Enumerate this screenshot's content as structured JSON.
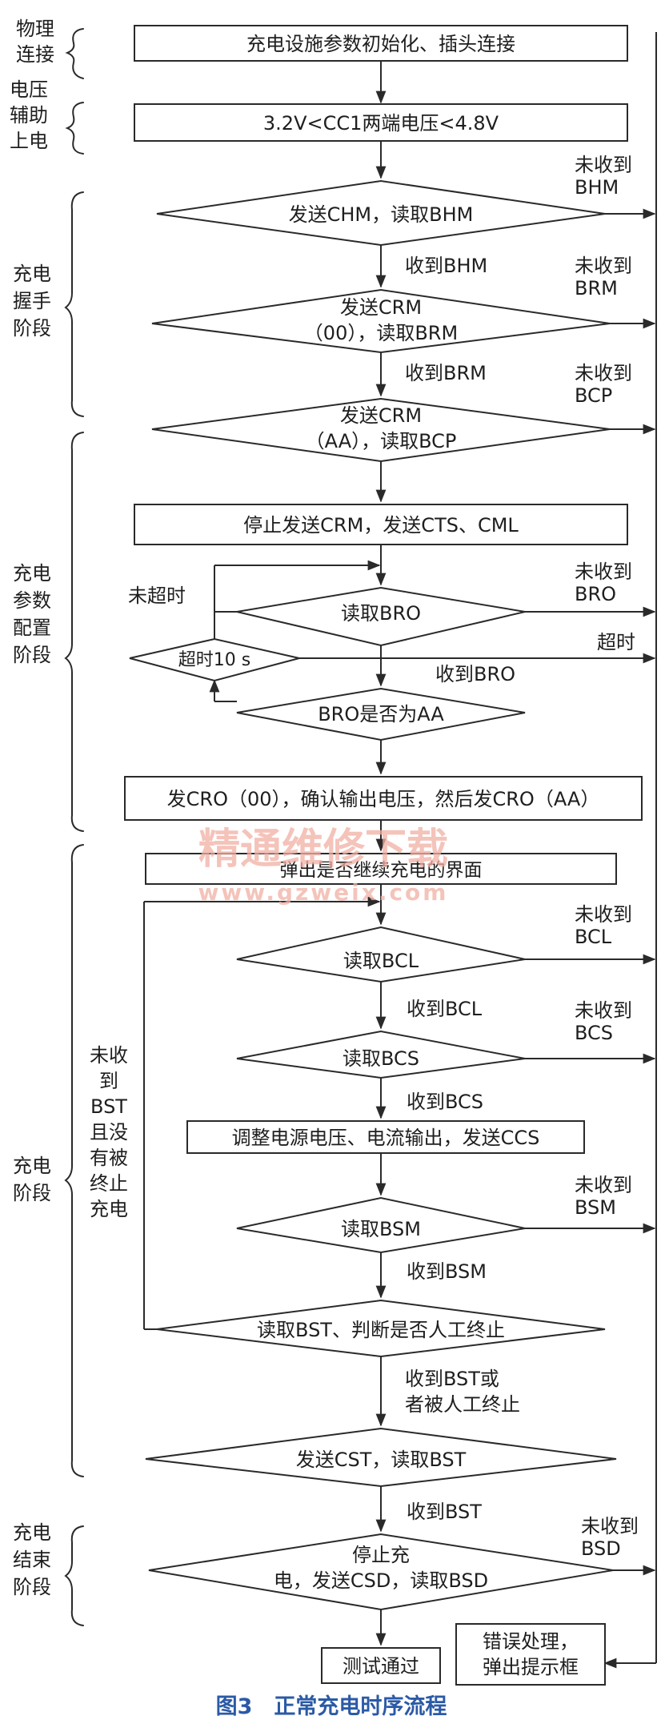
{
  "stages": {
    "physical": "物理\n连接",
    "aux_power": "电压\n辅助\n上电",
    "handshake": "充电\n握手\n阶段",
    "config": "充电\n参数\n配置\n阶段",
    "charging": "充电\n阶段",
    "end": "充电\n结束\n阶段"
  },
  "nodes": {
    "init": "充电设施参数初始化、插头连接",
    "voltage": "3.2V<CC1两端电压<4.8V",
    "chm": "发送CHM，读取BHM",
    "crm00": "发送CRM\n（00），读取BRM",
    "crmaa": "发送CRM\n（AA），读取BCP",
    "stop_crm": "停止发送CRM，发送CTS、CML",
    "read_bro": "读取BRO",
    "timeout10": "超时10 s",
    "bro_aa": "BRO是否为AA",
    "cro": "发CRO（00），确认输出电压，然后发CRO（AA）",
    "popup": "弹出是否继续充电的界面",
    "read_bcl": "读取BCL",
    "read_bcs": "读取BCS",
    "adjust": "调整电源电压、电流输出，发送CCS",
    "read_bsm": "读取BSM",
    "read_bst": "读取BST、判断是否人工终止",
    "cst": "发送CST，读取BST",
    "stop_csd": "停止充\n电，发送CSD，读取BSD",
    "pass": "测试通过",
    "error": "错误处理，\n弹出提示框"
  },
  "labels": {
    "no_bhm": "未收到\nBHM",
    "got_bhm": "收到BHM",
    "no_brm": "未收到\nBRM",
    "got_brm": "收到BRM",
    "no_bcp": "未收到\nBCP",
    "not_timeout": "未超时",
    "no_bro": "未收到\nBRO",
    "timeout": "超时",
    "got_bro": "收到BRO",
    "no_bcl": "未收到\nBCL",
    "got_bcl": "收到BCL",
    "no_bcs": "未收到\nBCS",
    "got_bcs": "收到BCS",
    "no_bsm": "未收到\nBSM",
    "got_bsm": "收到BSM",
    "loop_cond": "未收\n到\nBST\n且没\n有被\n终止\n充电",
    "got_bst_or_stop": "收到BST或\n者被人工终止",
    "got_bst": "收到BST",
    "no_bsd": "未收到\nBSD"
  },
  "watermark": {
    "cn": "精通维修下载",
    "url": "www.gzweix.com"
  },
  "caption": "图3　正常充电时序流程"
}
